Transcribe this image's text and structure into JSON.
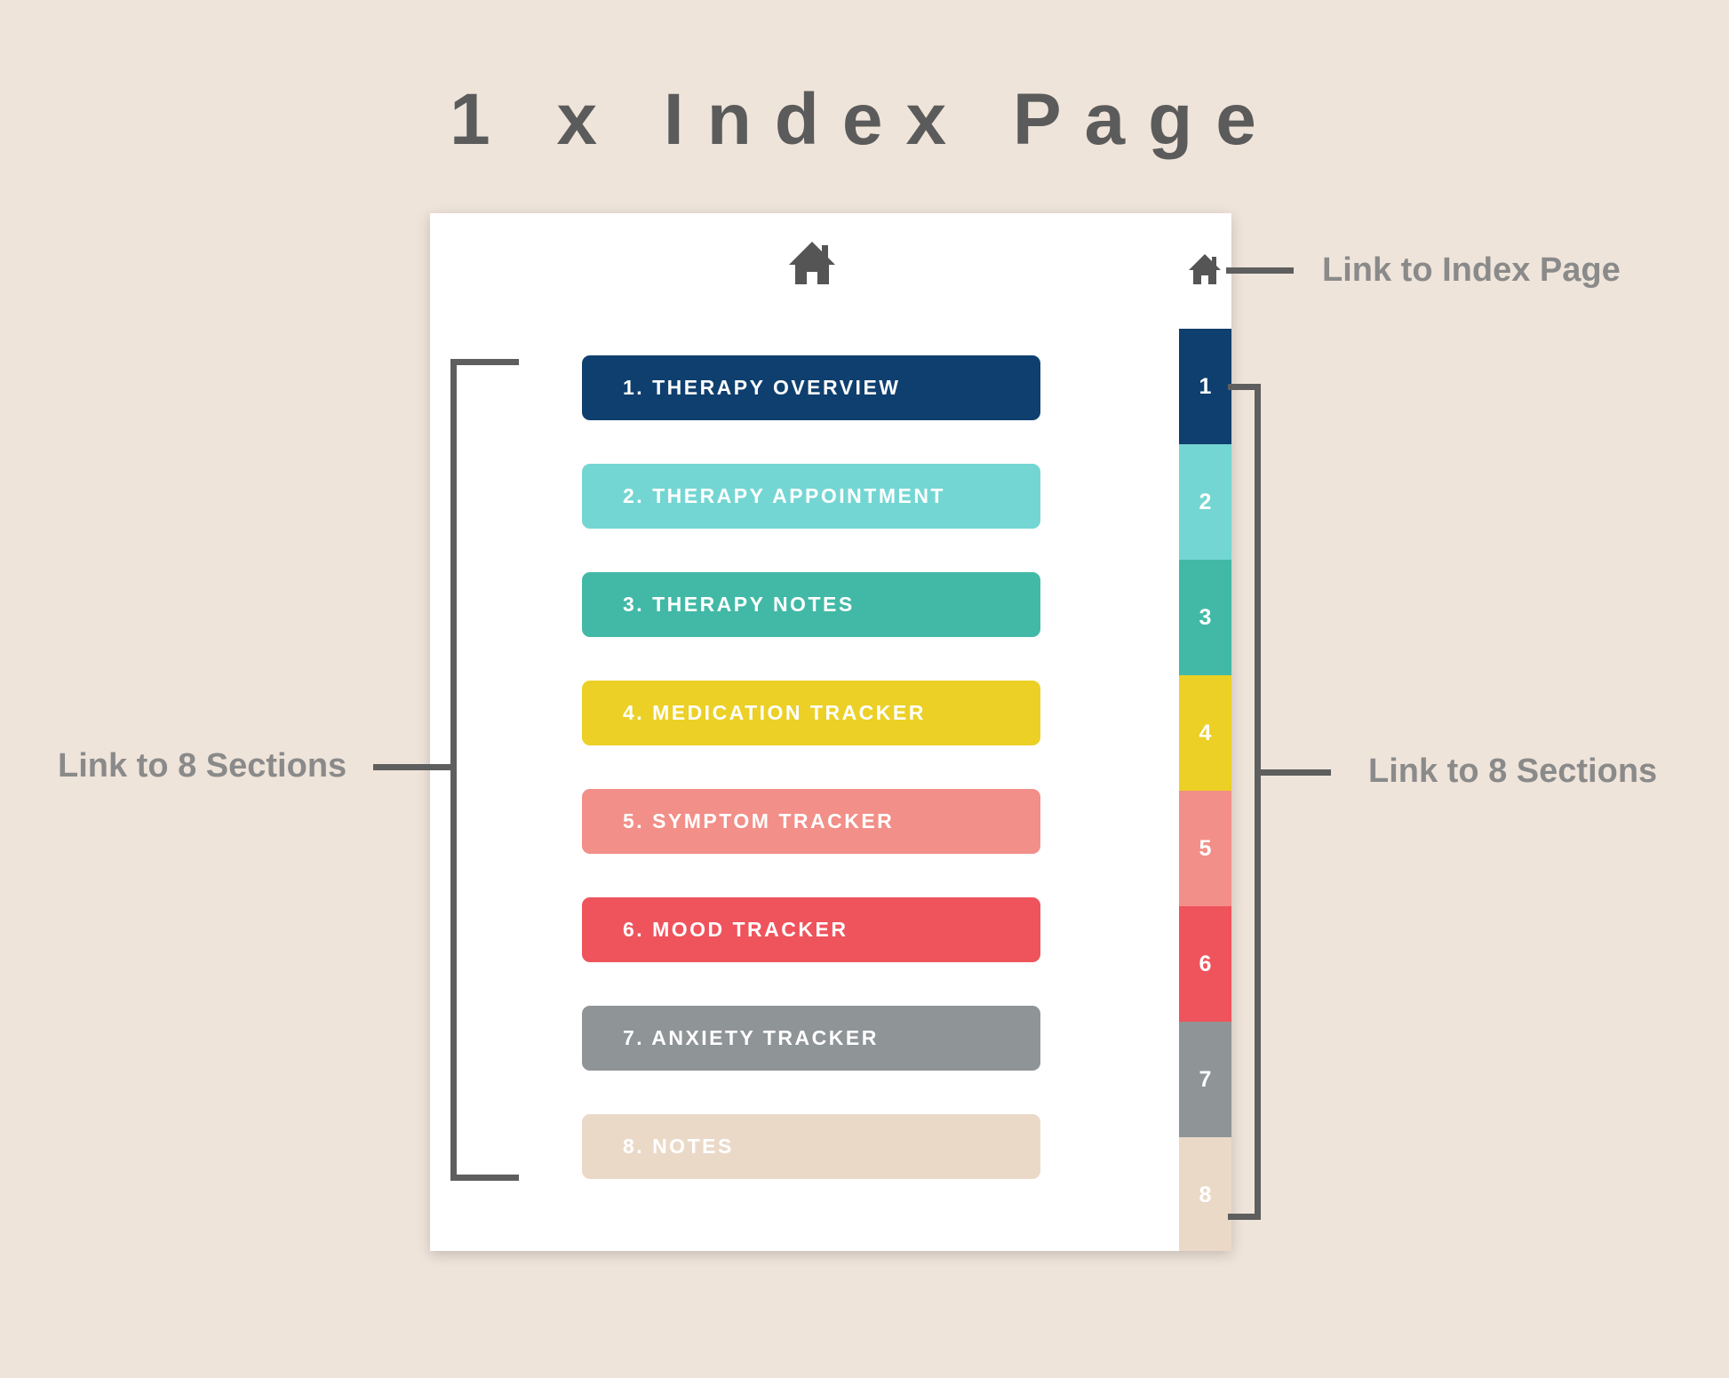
{
  "title": "1 x Index Page",
  "annotations": {
    "home_link": "Link to Index Page",
    "left_sections": "Link to 8 Sections",
    "right_sections": "Link to 8 Sections"
  },
  "icons": {
    "page_home": "home-icon",
    "tab_home": "home-icon"
  },
  "colors": {
    "background": "#efe4da",
    "page": "#ffffff",
    "connector": "#5e5e5e",
    "annotation_text": "#8a8a8a",
    "title_text": "#5b5b5b"
  },
  "sections": [
    {
      "label": "1. THERAPY OVERVIEW",
      "color": "#0f3f6e",
      "text_color": "#ffffff"
    },
    {
      "label": "2. THERAPY APPOINTMENT",
      "color": "#74d6d3",
      "text_color": "#ffffff"
    },
    {
      "label": "3. THERAPY NOTES",
      "color": "#42b9a6",
      "text_color": "#ffffff"
    },
    {
      "label": "4. MEDICATION TRACKER",
      "color": "#ecd025",
      "text_color": "#ffffff"
    },
    {
      "label": "5. SYMPTOM TRACKER",
      "color": "#f28f88",
      "text_color": "#ffffff"
    },
    {
      "label": "6. MOOD TRACKER",
      "color": "#ef535c",
      "text_color": "#ffffff"
    },
    {
      "label": "7. ANXIETY TRACKER",
      "color": "#8f9496",
      "text_color": "#ffffff"
    },
    {
      "label": "8. NOTES",
      "color": "#ebd9c8",
      "text_color": "#ffffff"
    }
  ],
  "tabs": [
    {
      "label": "1",
      "color": "#0f3f6e"
    },
    {
      "label": "2",
      "color": "#74d6d3"
    },
    {
      "label": "3",
      "color": "#42b9a6"
    },
    {
      "label": "4",
      "color": "#ecd025"
    },
    {
      "label": "5",
      "color": "#f28f88"
    },
    {
      "label": "6",
      "color": "#ef535c"
    },
    {
      "label": "7",
      "color": "#8f9496"
    },
    {
      "label": "8",
      "color": "#ebd9c8"
    }
  ]
}
